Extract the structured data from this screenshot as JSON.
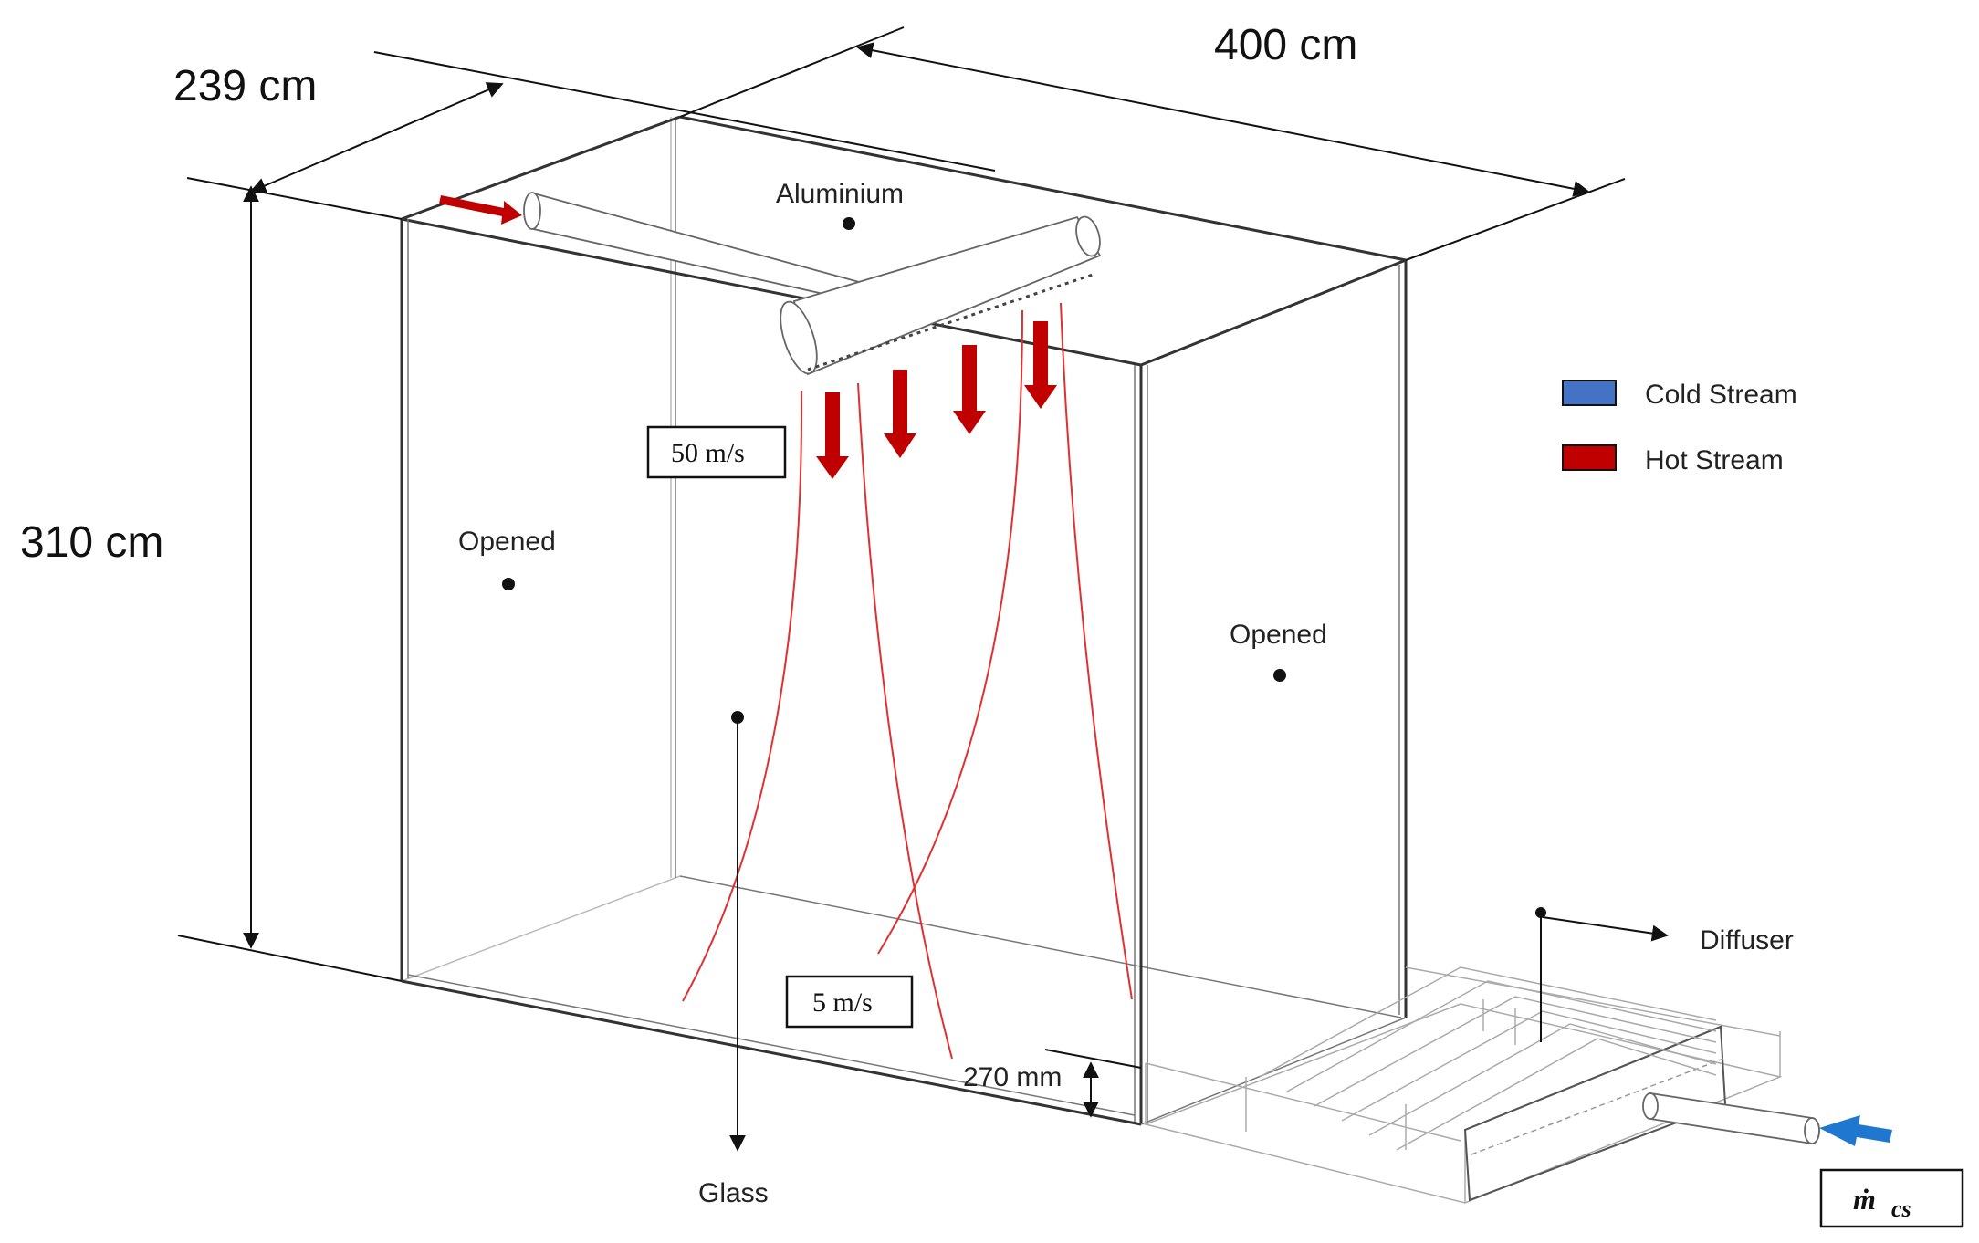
{
  "dimensions": {
    "depth": "239 cm",
    "width": "400 cm",
    "height": "310 cm",
    "diffuser_height": "270 mm"
  },
  "surfaces": {
    "top": "Aluminium",
    "left": "Opened",
    "right": "Opened",
    "back": "Glass"
  },
  "velocity_labels": {
    "inlet": "50 m/s",
    "floor": "5 m/s"
  },
  "diffuser_label": "Diffuser",
  "legend": {
    "items": [
      {
        "label": "Cold Stream",
        "color": "#4472c4"
      },
      {
        "label": "Hot Stream",
        "color": "#c00000"
      }
    ]
  },
  "mass_flow": {
    "symbol": "ṁ",
    "subscript": "cs"
  },
  "colors": {
    "hot": "#c00000",
    "cold": "#1f77d0",
    "flowline": "#e03030"
  }
}
